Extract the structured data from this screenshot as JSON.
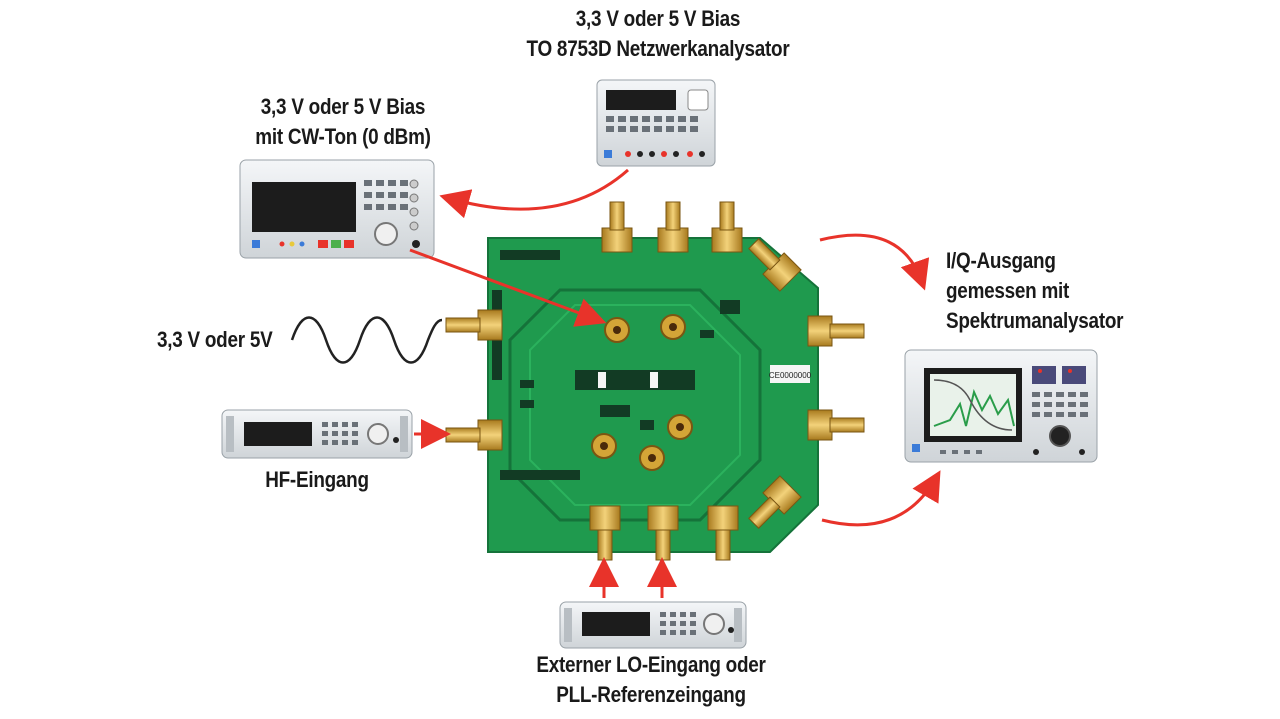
{
  "labels": {
    "top": [
      "3,3 V oder 5 V Bias",
      "TO 8753D Netzwerkanalysator"
    ],
    "left_top": [
      "3,3 V oder 5 V Bias",
      "mit CW-Ton (0 dBm)"
    ],
    "right": [
      "I/Q-Ausgang",
      "gemessen mit",
      "Spektrumanalysator"
    ],
    "voltage": "3,3 V oder 5V",
    "hf_input": "HF-Eingang",
    "bottom": [
      "Externer LO-Eingang oder",
      "PLL-Referenzeingang"
    ]
  },
  "board": {
    "silk_label": "CE0000000"
  },
  "colors": {
    "board": "#1f9a4e",
    "board_dark": "#15733a",
    "connector_gold": "#d4a537",
    "arrow_red": "#e8332a",
    "instrument_body": "#e4e7ea",
    "screen": "#1c1c1c"
  }
}
